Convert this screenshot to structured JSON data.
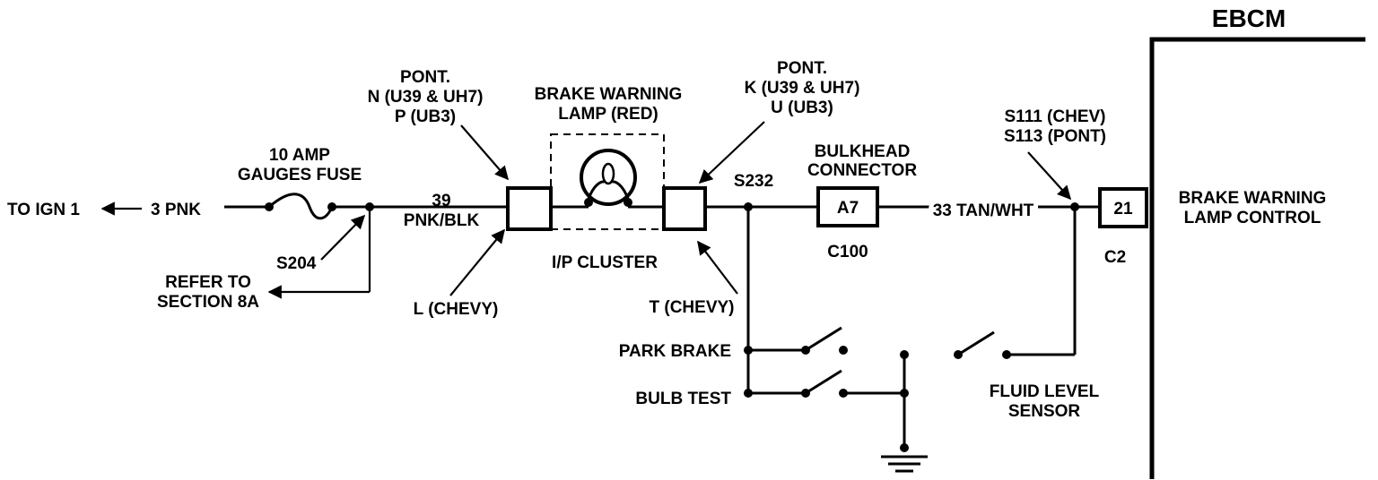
{
  "module": {
    "title": "EBCM",
    "function_label_line1": "BRAKE WARNING",
    "function_label_line2": "LAMP CONTROL",
    "pin": "21",
    "connector": "C2"
  },
  "feed": {
    "to_ign": "TO IGN 1",
    "wire": "3 PNK",
    "fuse_line1": "10 AMP",
    "fuse_line2": "GAUGES FUSE",
    "splice": "S204",
    "refer_line1": "REFER TO",
    "refer_line2": "SECTION 8A"
  },
  "cluster": {
    "in_wire_line1": "39",
    "in_wire_line2": "PNK/BLK",
    "pont_in_line1": "PONT.",
    "pont_in_line2": "N (U39 & UH7)",
    "pont_in_line3": "P (UB3)",
    "lamp_line1": "BRAKE WARNING",
    "lamp_line2": "LAMP (RED)",
    "pont_out_line1": "PONT.",
    "pont_out_line2": "K (U39 & UH7)",
    "pont_out_line3": "U (UB3)",
    "chevy_in": "L (CHEVY)",
    "name": "I/P CLUSTER",
    "chevy_out": "T (CHEVY)"
  },
  "splices": {
    "s232": "S232",
    "s111": "S111 (CHEV)",
    "s113": "S113 (PONT)"
  },
  "bulkhead": {
    "line1": "BULKHEAD",
    "line2": "CONNECTOR",
    "terminal": "A7",
    "connector": "C100"
  },
  "out_wire": "33 TAN/WHT",
  "switches": {
    "park_brake": "PARK BRAKE",
    "bulb_test": "BULB TEST",
    "fluid_line1": "FLUID LEVEL",
    "fluid_line2": "SENSOR"
  }
}
